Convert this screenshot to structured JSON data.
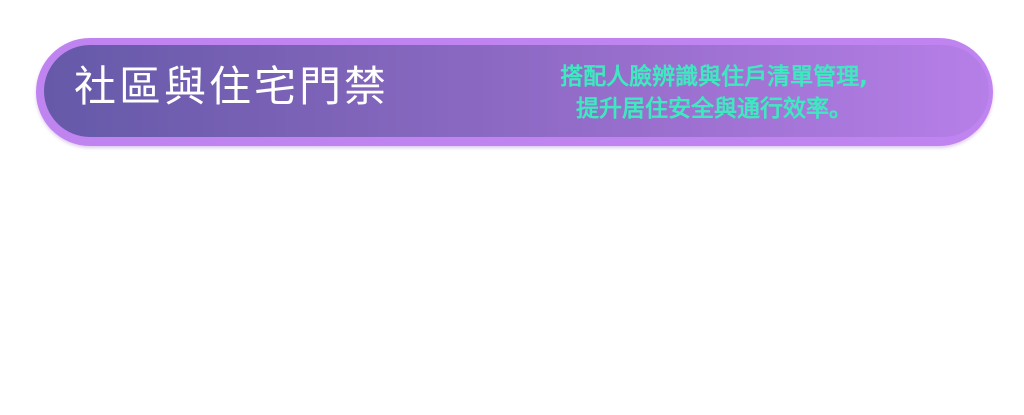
{
  "banner": {
    "title": "社區與住宅門禁",
    "description_line1": "搭配人臉辨識與住戶清單管理,",
    "description_line2": "提升居住安全與通行效率。"
  }
}
